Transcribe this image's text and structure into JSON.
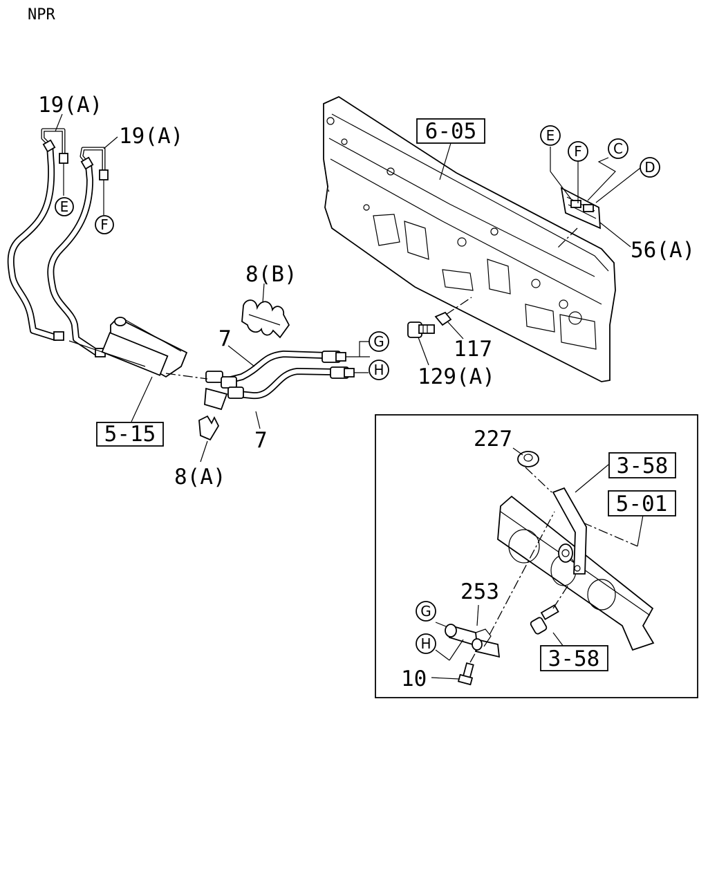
{
  "header": {
    "model": "NPR"
  },
  "labels": {
    "hose_19a_left": "19(A)",
    "hose_19a_right": "19(A)",
    "clip_8b": "8(B)",
    "pipe_7_top": "7",
    "pipe_7_bottom": "7",
    "clip_8a": "8(A)",
    "ref_5_15": "5-15",
    "ref_6_05": "6-05",
    "bracket_56a": "56(A)",
    "nut_117": "117",
    "bolt_129a": "129(A)",
    "nut_227": "227",
    "ref_3_58_top": "3-58",
    "ref_5_01": "5-01",
    "clip_253": "253",
    "bolt_10": "10",
    "ref_3_58_bottom": "3-58"
  },
  "connectors": {
    "e_left": "E",
    "f_left": "F",
    "g_pipe": "G",
    "h_pipe": "H",
    "e_panel": "E",
    "f_panel": "F",
    "c_panel": "C",
    "d_panel": "D",
    "g_inset": "G",
    "h_inset": "H"
  }
}
